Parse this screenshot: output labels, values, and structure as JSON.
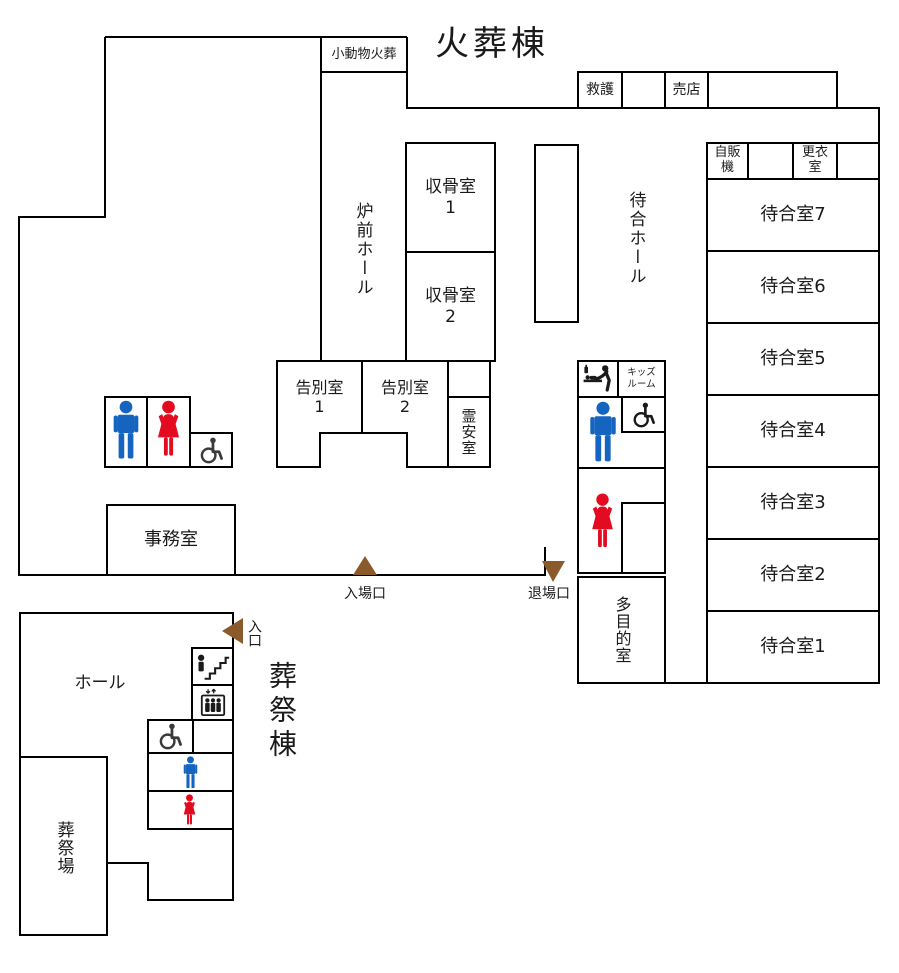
{
  "colors": {
    "wall": "#000000",
    "male_blue": "#1565c0",
    "female_red": "#e30b20",
    "entrance_brown": "#8a5a2b",
    "icon_black": "#1a1a1a"
  },
  "crematorium": {
    "title": "火葬棟",
    "small_animal_crematory": "小動物火葬",
    "first_aid": "救護",
    "shop": "売店",
    "vending_machine": "自販\n機",
    "changing_room": "更衣\n室",
    "furnace_hall": "炉前ホール",
    "ossuary_1": "収骨室\n1",
    "ossuary_2": "収骨室\n2",
    "waiting_hall": "待合ホール",
    "farewell_1": "告別室\n1",
    "farewell_2": "告別室\n2",
    "mortuary": "霊安室",
    "kids_room": "キッズ\nルーム",
    "multipurpose_room": "多目的室",
    "office": "事務室",
    "waiting_rooms": [
      "待合室7",
      "待合室6",
      "待合室5",
      "待合室4",
      "待合室3",
      "待合室2",
      "待合室1"
    ]
  },
  "funeral_wing": {
    "title": "葬祭棟",
    "hall": "ホール",
    "funeral_hall": "葬祭場"
  },
  "entrances": {
    "entry": "入場口",
    "exit": "退場口",
    "funeral_entry": "入口"
  }
}
